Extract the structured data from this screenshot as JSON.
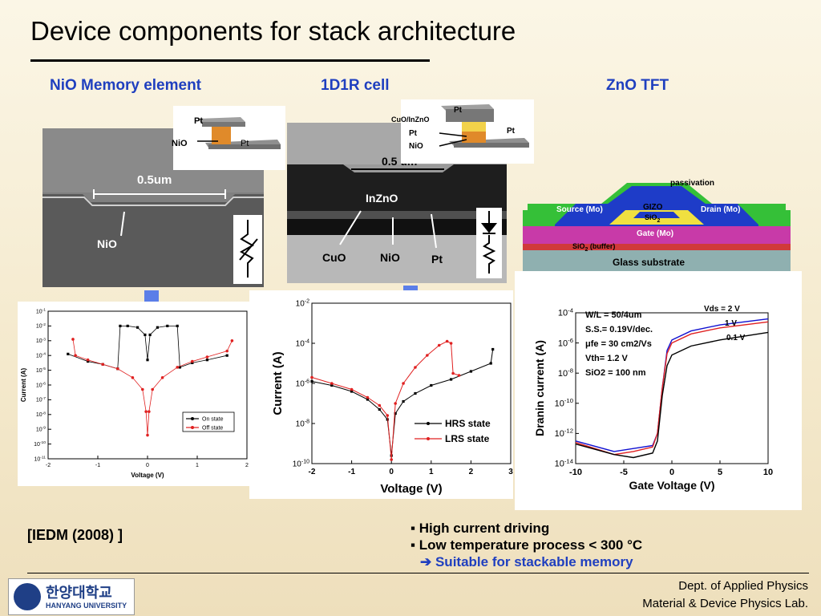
{
  "title": "Device components for stack architecture",
  "sections": {
    "nio": "NiO Memory element",
    "d1r": "1D1R cell",
    "zno": "ZnO TFT"
  },
  "nio_photo": {
    "scale": "0.5um",
    "label": "NiO"
  },
  "nio_inset": {
    "pt_top": "Pt",
    "nio": "NiO",
    "pt_bottom": "Pt"
  },
  "d1r_photo": {
    "scale": "0.5 um",
    "inzno": "InZnO",
    "cuo": "CuO",
    "nio": "NiO",
    "pt": "Pt"
  },
  "d1r_inset": {
    "pt_top": "Pt",
    "cuo_inzno": "CuO/InZnO",
    "pt_mid": "Pt",
    "nio": "NiO",
    "pt_right": "Pt"
  },
  "tft": {
    "passivation": "passivation",
    "gizo": "GIZO",
    "sio2": "SiO",
    "sio2_sub": "2",
    "source": "Source (Mo)",
    "drain": "Drain (Mo)",
    "gate": "Gate (Mo)",
    "buffer": "SiO",
    "buffer_sub": "2",
    "buffer_tail": " (buffer)",
    "glass": "Glass substrate"
  },
  "chart_data": [
    {
      "type": "line",
      "xlabel": "Voltage (V)",
      "ylabel": "Current (A)",
      "xlim": [
        -2,
        2
      ],
      "ylim_exp": [
        -11,
        -1
      ],
      "xticks": [
        "-2",
        "-1",
        "0",
        "1",
        "2"
      ],
      "yticks": [
        "10-1",
        "10-2",
        "10-3",
        "10-4",
        "10-5",
        "10-6",
        "10-7",
        "10-8",
        "10-9",
        "10-10",
        "10-11"
      ],
      "legend": [
        "On state",
        "Off state"
      ],
      "series": [
        {
          "name": "On state",
          "color": "#000000",
          "x": [
            -1.6,
            -1.2,
            -0.9,
            -0.6,
            -0.55,
            -0.4,
            -0.2,
            -0.05,
            0,
            0.05,
            0.2,
            0.4,
            0.6,
            0.65,
            0.9,
            1.2,
            1.6
          ],
          "logy": [
            -3.9,
            -4.4,
            -4.6,
            -4.9,
            -2.0,
            -2.0,
            -2.1,
            -2.6,
            -4.3,
            -2.6,
            -2.1,
            -2.0,
            -2.0,
            -4.8,
            -4.5,
            -4.3,
            -4.0
          ]
        },
        {
          "name": "Off state",
          "color": "#e02020",
          "x": [
            -1.5,
            -1.45,
            -1.2,
            -0.9,
            -0.6,
            -0.3,
            -0.1,
            -0.03,
            0,
            0.03,
            0.1,
            0.3,
            0.6,
            0.9,
            1.2,
            1.6,
            1.7
          ],
          "logy": [
            -2.9,
            -4.0,
            -4.3,
            -4.6,
            -4.9,
            -5.5,
            -6.3,
            -7.8,
            -9.4,
            -7.8,
            -6.3,
            -5.5,
            -4.8,
            -4.4,
            -4.1,
            -3.7,
            -3.0
          ]
        }
      ]
    },
    {
      "type": "line",
      "xlabel": "Voltage (V)",
      "ylabel": "Current (A)",
      "xlim": [
        -2,
        3
      ],
      "ylim_exp": [
        -10,
        -2
      ],
      "xticks": [
        "-2",
        "-1",
        "0",
        "1",
        "2",
        "3"
      ],
      "yticks": [
        "10-2",
        "10-4",
        "10-6",
        "10-8",
        "10-10"
      ],
      "legend": [
        "HRS state",
        "LRS state"
      ],
      "series": [
        {
          "name": "HRS state",
          "color": "#000000",
          "x": [
            -2,
            -1.5,
            -1,
            -0.6,
            -0.3,
            -0.1,
            0,
            0.1,
            0.3,
            0.6,
            1,
            1.5,
            2,
            2.5,
            2.55
          ],
          "logy": [
            -5.9,
            -6.1,
            -6.4,
            -6.8,
            -7.3,
            -7.8,
            -9.6,
            -7.5,
            -6.9,
            -6.5,
            -6.1,
            -5.8,
            -5.4,
            -5.0,
            -4.3
          ]
        },
        {
          "name": "LRS state",
          "color": "#e02020",
          "x": [
            -2,
            -1.5,
            -1,
            -0.6,
            -0.3,
            -0.1,
            0,
            0.1,
            0.3,
            0.6,
            0.9,
            1.2,
            1.4,
            1.5,
            1.55,
            1.7
          ],
          "logy": [
            -5.7,
            -6.0,
            -6.3,
            -6.7,
            -7.1,
            -7.6,
            -9.8,
            -7.0,
            -6.0,
            -5.2,
            -4.6,
            -4.1,
            -3.9,
            -4.0,
            -5.5,
            -5.6
          ]
        }
      ]
    },
    {
      "type": "line",
      "xlabel": "Gate Voltage (V)",
      "ylabel": "Dranin current (A)",
      "xlim": [
        -10,
        10
      ],
      "ylim_exp": [
        -14,
        -4
      ],
      "xticks": [
        "-10",
        "-5",
        "0",
        "5",
        "10"
      ],
      "yticks": [
        "10-4",
        "10-6",
        "10-8",
        "10-10",
        "10-12",
        "10-14"
      ],
      "annotations": [
        "W/L = 50/4um",
        "S.S.= 0.19V/dec.",
        "μfe = 30 cm2/Vs",
        "Vth= 1.2 V",
        "SiO2 = 100 nm"
      ],
      "series": [
        {
          "name": "Vds = 2 V",
          "color": "#1010d0",
          "x": [
            -10,
            -6,
            -4,
            -2,
            -1.5,
            -1,
            -0.5,
            0,
            2,
            5,
            10
          ],
          "logy": [
            -12.5,
            -13.2,
            -13.0,
            -12.8,
            -12,
            -9,
            -6.5,
            -5.8,
            -5.2,
            -4.8,
            -4.4
          ]
        },
        {
          "name": "1 V",
          "color": "#e02020",
          "x": [
            -10,
            -6,
            -4,
            -2,
            -1.5,
            -1,
            -0.5,
            0,
            2,
            5,
            10
          ],
          "logy": [
            -12.6,
            -13.4,
            -13.2,
            -12.9,
            -12,
            -9,
            -6.7,
            -6.0,
            -5.4,
            -5.0,
            -4.6
          ]
        },
        {
          "name": "0.1 V",
          "color": "#000000",
          "x": [
            -10,
            -6,
            -4,
            -2,
            -1.5,
            -1,
            -0.5,
            0,
            2,
            5,
            10
          ],
          "logy": [
            -12.7,
            -13.4,
            -13.6,
            -13.3,
            -12.5,
            -9.5,
            -7.5,
            -6.8,
            -6.2,
            -5.8,
            -5.3
          ]
        }
      ]
    }
  ],
  "bullets": [
    "High current driving",
    "Low temperature process < 300 °C",
    "Suitable for stackable memory"
  ],
  "citation": "[IEDM (2008) ]",
  "footer": {
    "line1": "Dept. of Applied Physics",
    "line2": "Material & Device Physics Lab."
  },
  "logo": {
    "korean": "한양대학교",
    "english": "HANYANG UNIVERSITY"
  }
}
